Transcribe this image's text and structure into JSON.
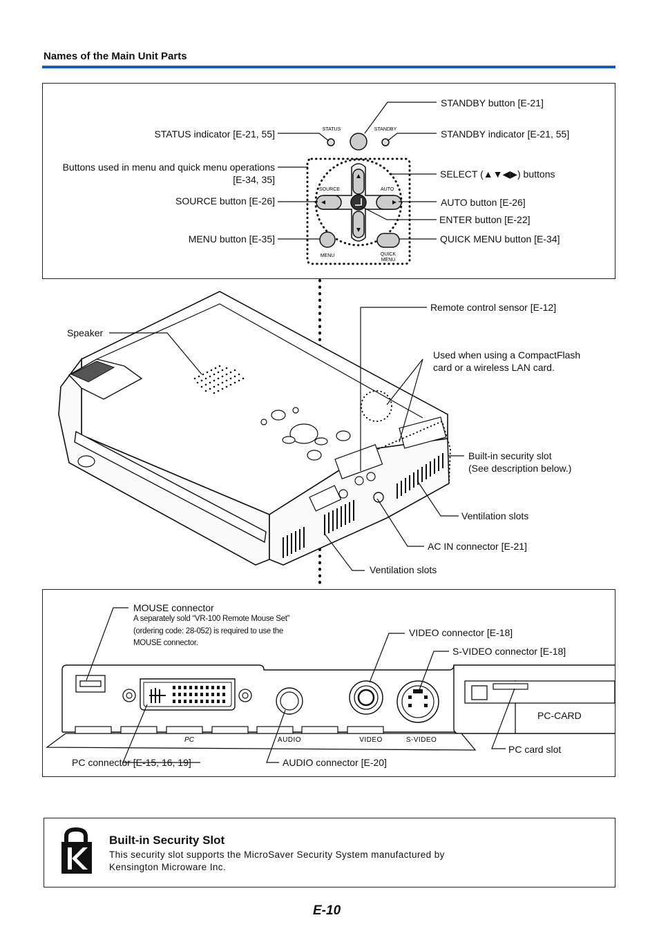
{
  "heading": "Names of the Main Unit Parts",
  "panel_labels": {
    "standby_button": "STANDBY button [E-21]",
    "status_indicator": "STATUS indicator [E-21, 55]",
    "standby_indicator": "STANDBY indicator [E-21, 55]",
    "menu_buttons_line1": "Buttons used in menu and quick menu operations",
    "menu_buttons_line2": "[E-34, 35]",
    "select_buttons": "SELECT (▲▼◀▶) buttons",
    "source_button": "SOURCE button [E-26]",
    "auto_button": "AUTO button [E-26]",
    "enter_button": "ENTER button [E-22]",
    "menu_button": "MENU button [E-35]",
    "quick_menu_button": "QUICK MENU button [E-34]"
  },
  "panel_printed": {
    "status": "STATUS",
    "standby": "STANDBY",
    "source": "SOURCE",
    "auto": "AUTO",
    "menu": "MENU",
    "quick": "QUICK",
    "menu2": "MENU"
  },
  "body_labels": {
    "remote_sensor": "Remote control sensor [E-12]",
    "speaker": "Speaker",
    "compactflash_line1": "Used when using a CompactFlash",
    "compactflash_line2": "card or a wireless LAN card.",
    "security_slot_line1": "Built-in security slot",
    "security_slot_line2": "(See description below.)",
    "ventilation_right": "Ventilation slots",
    "ac_in": "AC IN connector [E-21]",
    "ventilation_bottom": "Ventilation slots"
  },
  "rear_labels": {
    "mouse_title": "MOUSE connector",
    "mouse_note_1": "A separately sold “VR-100 Remote Mouse Set”",
    "mouse_note_2": "(ordering code: 28-052) is required to use the",
    "mouse_note_3": "MOUSE connector.",
    "video_connector": "VIDEO connector [E-18]",
    "svideo_connector": "S-VIDEO connector [E-18]",
    "pc_card_printed": "PC-CARD",
    "pc_card_slot": "PC card slot",
    "pc_connector": "PC connector [E-15, 16, 19]",
    "audio_connector": "AUDIO connector [E-20]",
    "printed_pc": "PC",
    "printed_audio": "AUDIO",
    "printed_video": "VIDEO",
    "printed_svideo": "S-VIDEO"
  },
  "security": {
    "title": "Built-in Security Slot",
    "line1": "This security slot supports the MicroSaver Security System manufactured by",
    "line2": "Kensington Microware Inc."
  },
  "page_number": "E-10",
  "colors": {
    "rule": "#1a5bbf"
  }
}
